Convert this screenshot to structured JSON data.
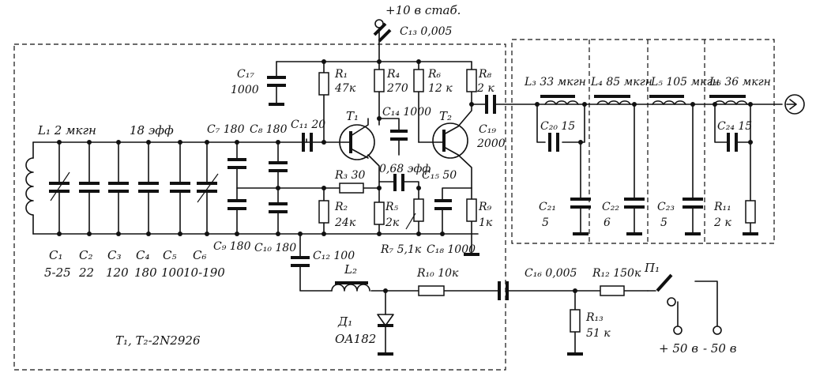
{
  "labels": {
    "supply": "+10 в стаб.",
    "c13": "C₁₃ 0,005",
    "c17_name": "C₁₇",
    "c17_val": "1000",
    "r1_name": "R₁",
    "r1_val": "47к",
    "r4_name": "R₄",
    "r4_val": "270",
    "r6_name": "R₆",
    "r6_val": "12 к",
    "r8_name": "R₈",
    "r8_val": "2 к",
    "t1": "T₁",
    "t2": "T₂",
    "c14": "C₁₄ 1000",
    "c19_name": "C₁₉",
    "c19_val": "2000",
    "l1": "L₁ 2 мкгн",
    "ef18": "18 эфф",
    "c7": "C₇ 180",
    "c8": "C₈ 180",
    "c11": "C₁₁ 20",
    "r3": "R₃ 30",
    "ef068": "0,68 эфф",
    "c15": "C₁₅ 50",
    "r2_name": "R₂",
    "r2_val": "24к",
    "r5_name": "R₅",
    "r5_val": "2к",
    "r9_name": "R₉",
    "r9_val": "1к",
    "c9": "C₉ 180",
    "c10": "C₁₀ 180",
    "r7": "R₇ 5,1к",
    "c18": "C₁₈ 1000",
    "c12": "C₁₂ 100",
    "c1_name": "C₁",
    "c1_val": "5-25",
    "c2_name": "C₂",
    "c2_val": "22",
    "c3_name": "C₃",
    "c3_val": "120",
    "c4_name": "C₄",
    "c4_val": "180",
    "c5_name": "C₅",
    "c5_val": "100",
    "c6_name": "C₆",
    "c6_val": "10-190",
    "l2": "L₂",
    "r10": "R₁₀ 10к",
    "d1_name": "Д₁",
    "d1_val": "ОА182",
    "transistors": "T₁, T₂-2N2926",
    "l3": "L₃ 33 мкгн",
    "l4": "L₄ 85 мкгн",
    "l5": "L₅ 105 мкгн",
    "l6": "L₆ 36 мкгн",
    "c20": "C₂₀ 15",
    "c24": "C₂₄ 15",
    "c21_name": "C₂₁",
    "c21_val": "5",
    "c22_name": "C₂₂",
    "c22_val": "6",
    "c23_name": "C₂₃",
    "c23_val": "5",
    "r11_name": "R₁₁",
    "r11_val": "2 к",
    "c16": "C₁₆ 0,005",
    "r12": "R₁₂ 150к",
    "p1": "П₁",
    "r13_name": "R₁₃",
    "r13_val": "51 к",
    "plus50": "+ 50 в",
    "minus50": "- 50 в"
  }
}
